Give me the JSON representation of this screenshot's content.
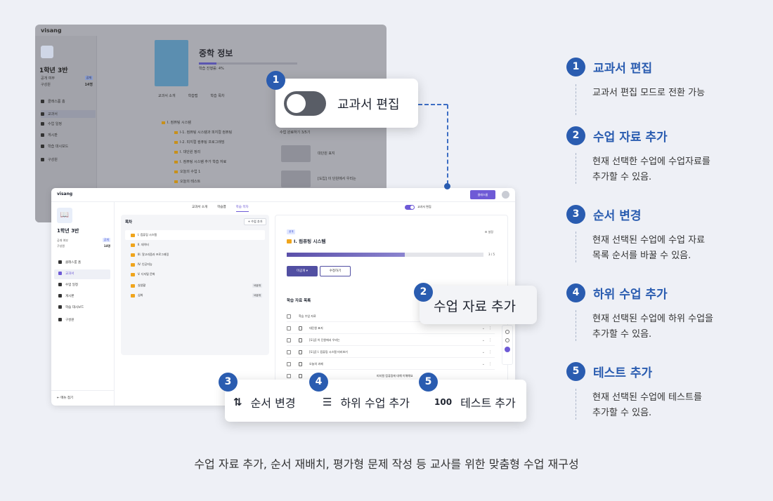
{
  "back_window": {
    "logo": "visang",
    "class_name": "1학년 3반",
    "meta": [
      {
        "label": "공개 여부",
        "value": "공개"
      },
      {
        "label": "구성원",
        "value": "14명"
      }
    ],
    "nav": [
      "클래스룸 홈",
      "교과서",
      "수업 일정",
      "게시판",
      "학습 대시보드",
      "구성원"
    ],
    "book_title": "중학 정보",
    "progress_text": "학습 진행률: 4%",
    "tabs": [
      "교과서 소개",
      "학습맵",
      "학습 목차"
    ],
    "toc_rows": [
      "I. 컴퓨팅 시스템",
      "I-1. 컴퓨팅 시스템과 피지컬 컴퓨팅",
      "I-2. 피지컬 컴퓨팅 프로그래밍",
      "I. 대단원 정리",
      "I. 컴퓨팅 시스템 추가 학습 자료",
      "오늘의 수업 1",
      "오늘의 테스트"
    ],
    "side_panel": {
      "completed": "수업 완료하기 3/5기",
      "items": [
        "대단원 표지",
        "[도입] 이 단원에서 우리는"
      ]
    }
  },
  "front_window": {
    "logo": "visang",
    "classroom_button": "클래스룸",
    "class_name": "1학년 3반",
    "meta": [
      {
        "label": "공개 여부",
        "value": "공개"
      },
      {
        "label": "구성원",
        "value": "14명"
      }
    ],
    "nav": [
      {
        "label": "클래스룸 홈",
        "active": false
      },
      {
        "label": "교과서",
        "active": true
      },
      {
        "label": "수업 일정",
        "active": false
      },
      {
        "label": "게시판",
        "active": false
      },
      {
        "label": "학습 대시보드",
        "active": false
      },
      {
        "label": "구성원",
        "active": false
      }
    ],
    "footer": "메뉴 접기",
    "tabs": [
      {
        "label": "교과서 소개",
        "active": false
      },
      {
        "label": "학습맵",
        "active": false
      },
      {
        "label": "학습 목차",
        "active": true
      }
    ],
    "toggle_label": "교과서 편집",
    "toc": {
      "title": "목차",
      "add_button": "+ 수업 추가",
      "rows": [
        {
          "label": "I. 컴퓨팅 시스템",
          "badge": "",
          "active": true
        },
        {
          "label": "II. 데이터",
          "badge": "",
          "active": false
        },
        {
          "label": "III. 알고리즘과 프로그래밍",
          "badge": "",
          "active": false
        },
        {
          "label": "IV. 인공지능",
          "badge": "",
          "active": false
        },
        {
          "label": "V. 디지털 문화",
          "badge": "",
          "active": false
        },
        {
          "label": "실생활",
          "badge": "비공개",
          "active": false
        },
        {
          "label": "심화",
          "badge": "비공개",
          "active": false
        }
      ]
    },
    "lesson": {
      "badge": "공개",
      "title": "I. 컴퓨팅 시스템",
      "settings": "설정",
      "progress": 0.6,
      "progress_text": "3 / 5",
      "primary_button": "미공개 ▾",
      "secondary_button": "수정하기",
      "materials_title": "학습 자료 목록",
      "materials": [
        {
          "label": "학습 수업 자료",
          "header": true
        },
        {
          "label": "대단원 표지",
          "header": false
        },
        {
          "label": "[도입] 이 단원에서 우리는",
          "header": false
        },
        {
          "label": "[도입] I. 컴퓨팅 시스템 미리보기",
          "header": false
        },
        {
          "label": "오늘의 과제",
          "header": false
        },
        {
          "label": "피지컬 컴퓨팅에 대해 이해해요",
          "header": false
        }
      ]
    }
  },
  "callouts": {
    "toggle": {
      "number": "1",
      "label": "교과서 편집"
    },
    "add_material": {
      "number": "2",
      "label": "수업 자료 추가"
    },
    "actions": [
      {
        "number": "3",
        "icon": "⇅",
        "label": "순서 변경"
      },
      {
        "number": "4",
        "icon": "☰",
        "label": "하위 수업 추가"
      },
      {
        "number": "5",
        "icon": "100",
        "label": "테스트 추가"
      }
    ]
  },
  "features": [
    {
      "number": "1",
      "title": "교과서 편집",
      "desc": [
        "교과서 편집 모드로 전환 가능"
      ]
    },
    {
      "number": "2",
      "title": "수업 자료 추가",
      "desc": [
        "현재 선택한 수업에 수업자료를",
        "추가할 수 있음."
      ]
    },
    {
      "number": "3",
      "title": "순서 변경",
      "desc": [
        "현재 선택된 수업에 수업 자료",
        "목록 순서를 바꿀 수 있음."
      ]
    },
    {
      "number": "4",
      "title": "하위 수업 추가",
      "desc": [
        "현재 선택된 수업에 하위 수업을",
        "추가할 수 있음."
      ]
    },
    {
      "number": "5",
      "title": "테스트 추가",
      "desc": [
        "현재 선택된 수업에 테스트를",
        "추가할 수 있음."
      ]
    }
  ],
  "caption": "수업 자료 추가, 순서 재배치, 평가형 문제 작성 등 교사를 위한 맞춤형 수업 재구성",
  "colors": {
    "accent": "#2a5cb0",
    "brand_purple": "#6e5ad6",
    "background": "#eef0f6"
  }
}
